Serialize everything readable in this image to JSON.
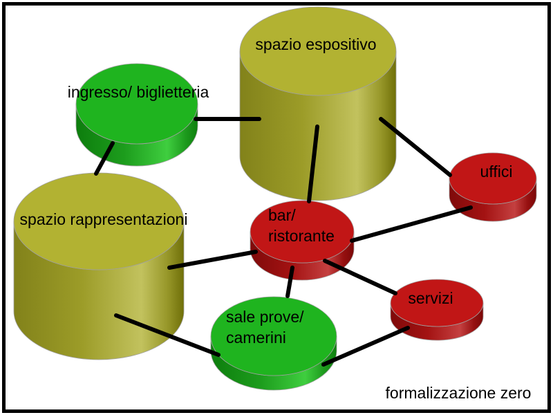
{
  "diagram": {
    "caption": "formalizzazione zero",
    "nodes": [
      {
        "id": "spazio-espositivo",
        "label": "spazio espositivo",
        "color_role": "olive",
        "size": "large"
      },
      {
        "id": "ingresso-biglietteria",
        "label": "ingresso/ biglietteria",
        "color_role": "green",
        "size": "medium"
      },
      {
        "id": "spazio-rappresentazioni",
        "label": "spazio rappresentazioni",
        "color_role": "olive",
        "size": "large"
      },
      {
        "id": "bar-ristorante",
        "label_lines": [
          "bar/",
          "ristorante"
        ],
        "color_role": "red",
        "size": "small"
      },
      {
        "id": "uffici",
        "label": "uffici",
        "color_role": "red",
        "size": "small"
      },
      {
        "id": "servizi",
        "label": "servizi",
        "color_role": "red",
        "size": "small"
      },
      {
        "id": "sale-prove-camerini",
        "label_lines": [
          "sale prove/",
          "camerini"
        ],
        "color_role": "green",
        "size": "medium"
      }
    ],
    "edges": [
      {
        "from": "ingresso-biglietteria",
        "to": "spazio-espositivo"
      },
      {
        "from": "ingresso-biglietteria",
        "to": "spazio-rappresentazioni"
      },
      {
        "from": "spazio-espositivo",
        "to": "bar-ristorante"
      },
      {
        "from": "spazio-espositivo",
        "to": "uffici"
      },
      {
        "from": "bar-ristorante",
        "to": "uffici"
      },
      {
        "from": "spazio-rappresentazioni",
        "to": "bar-ristorante"
      },
      {
        "from": "bar-ristorante",
        "to": "sale-prove-camerini"
      },
      {
        "from": "bar-ristorante",
        "to": "servizi"
      },
      {
        "from": "sale-prove-camerini",
        "to": "servizi"
      },
      {
        "from": "spazio-rappresentazioni",
        "to": "sale-prove-camerini"
      }
    ],
    "colors": {
      "olive_top": "#b2b232",
      "green_top": "#1fb41f",
      "red_top": "#c11616",
      "edge_line": "#000000",
      "background": "#ffffff",
      "border": "#000000"
    }
  }
}
